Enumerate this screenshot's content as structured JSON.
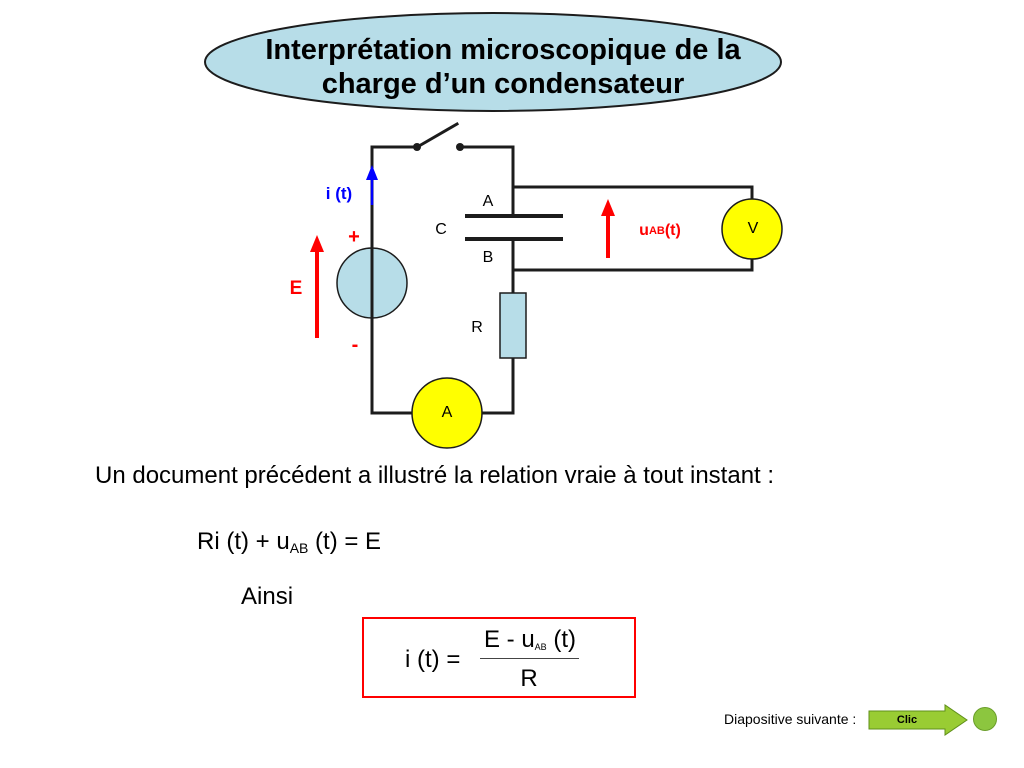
{
  "slide": {
    "title": {
      "line1": "Interprétation microscopique de la",
      "line2": "charge d’un condensateur"
    }
  },
  "circuit": {
    "current_label": "i (t)",
    "generator_plus": "+",
    "generator_minus": "-",
    "emf_label": "E",
    "capacitor_label": "C",
    "plate_a_label": "A",
    "plate_b_label": "B",
    "resistor_label": "R",
    "ammeter_label": "A",
    "voltmeter_label": "V",
    "voltage_label": {
      "base": "u",
      "subscript": "AB",
      "suffix": " (t)"
    }
  },
  "content": {
    "intro": "Un document précédent a illustré la relation vraie à tout instant :",
    "equation": {
      "before": "Ri (t) + u",
      "subscript": "AB",
      "after": " (t) = E"
    },
    "conclusion_word": "Ainsi",
    "result": {
      "lhs": "i (t) =",
      "numerator": {
        "before": "E - u",
        "subscript": "AB",
        "after": " (t)"
      },
      "denominator": "R"
    }
  },
  "navigation": {
    "label": "Diapositive suivante :",
    "button_label": "Clic"
  },
  "colors": {
    "title_fill": "#b7dde8",
    "component_fill": "#b7dde8",
    "meter_fill": "#ffff00",
    "arrow_red": "#ff0000",
    "arrow_blue": "#0000ff",
    "nav_green": "#99cc33",
    "box_border": "#ff0000"
  }
}
